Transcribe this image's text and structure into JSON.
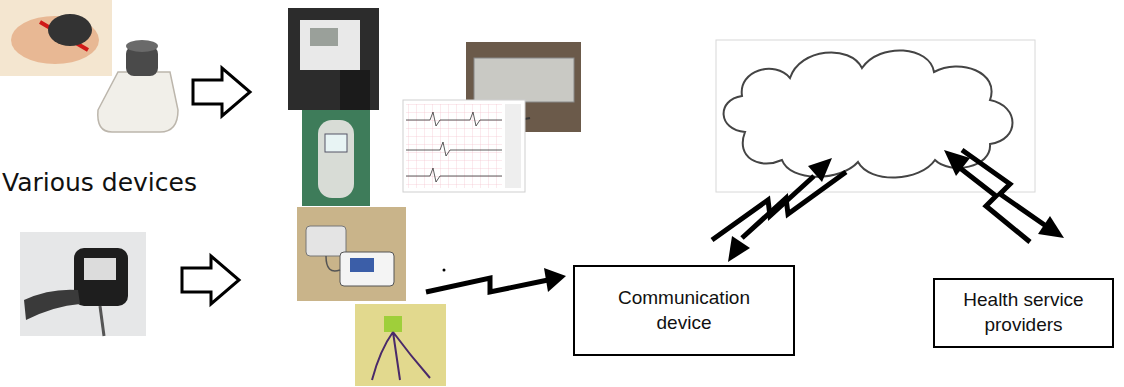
{
  "diagram": {
    "nodes": [
      {
        "text": [
          "Communication device"
        ]
      },
      {
        "text": [
          "Health service providers"
        ]
      }
    ],
    "labels": [
      "Various devices"
    ]
  }
}
